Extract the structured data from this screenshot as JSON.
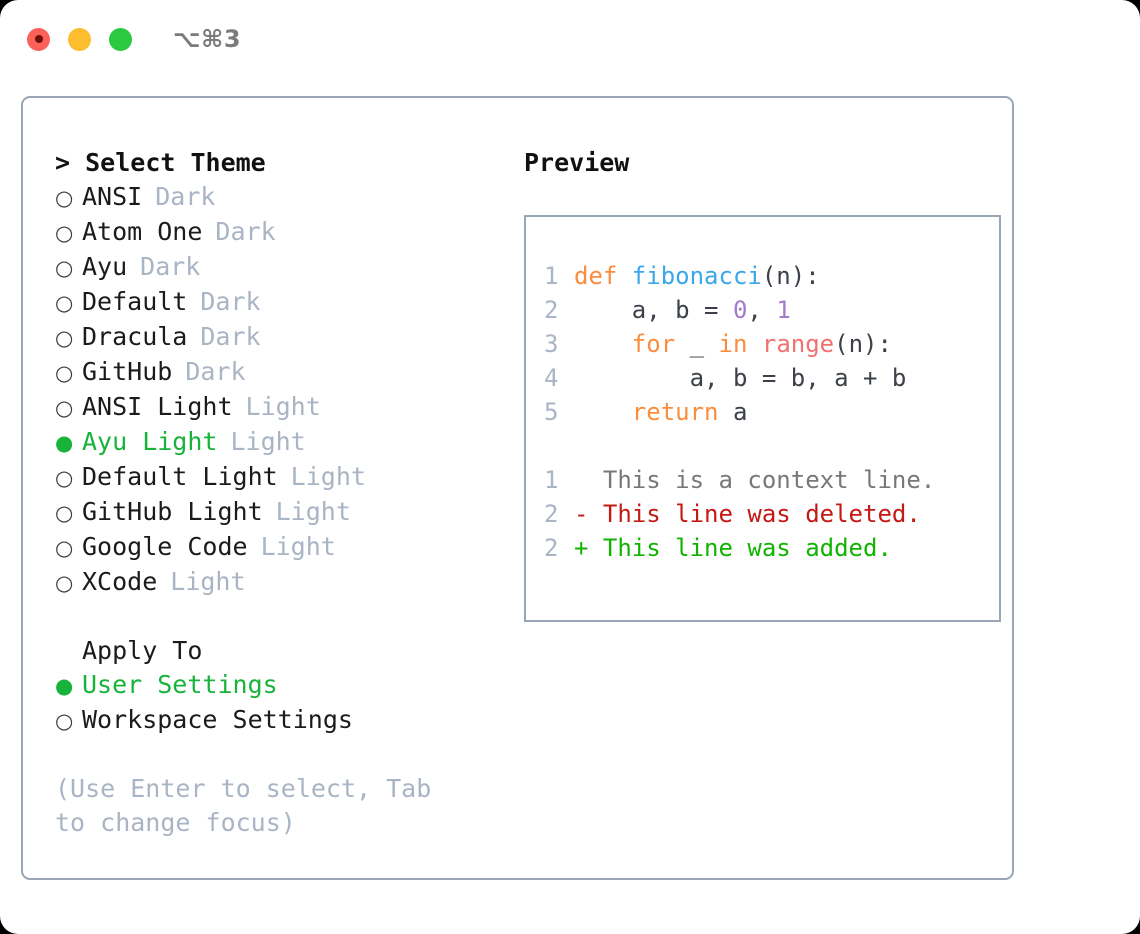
{
  "titlebar": {
    "shortcut": "⌥⌘3",
    "lights": [
      {
        "name": "close",
        "color": "#fc6159"
      },
      {
        "name": "minimize",
        "color": "#fdbd2e"
      },
      {
        "name": "maximize",
        "color": "#2bc93f"
      }
    ]
  },
  "theme_section": {
    "prefix": "> ",
    "title": "Select Theme",
    "options": [
      {
        "bullet": "○",
        "label": "ANSI",
        "tag": "Dark",
        "selected": false
      },
      {
        "bullet": "○",
        "label": "Atom One",
        "tag": "Dark",
        "selected": false
      },
      {
        "bullet": "○",
        "label": "Ayu",
        "tag": "Dark",
        "selected": false
      },
      {
        "bullet": "○",
        "label": "Default",
        "tag": "Dark",
        "selected": false
      },
      {
        "bullet": "○",
        "label": "Dracula",
        "tag": "Dark",
        "selected": false
      },
      {
        "bullet": "○",
        "label": "GitHub",
        "tag": "Dark",
        "selected": false
      },
      {
        "bullet": "○",
        "label": "ANSI Light",
        "tag": "Light",
        "selected": false
      },
      {
        "bullet": "●",
        "label": "Ayu Light",
        "tag": "Light",
        "selected": true
      },
      {
        "bullet": "○",
        "label": "Default Light",
        "tag": "Light",
        "selected": false
      },
      {
        "bullet": "○",
        "label": "GitHub Light",
        "tag": "Light",
        "selected": false
      },
      {
        "bullet": "○",
        "label": "Google Code",
        "tag": "Light",
        "selected": false
      },
      {
        "bullet": "○",
        "label": "XCode",
        "tag": "Light",
        "selected": false
      }
    ]
  },
  "apply_section": {
    "title": "Apply To",
    "options": [
      {
        "bullet": "●",
        "label": "User Settings",
        "selected": true
      },
      {
        "bullet": "○",
        "label": "Workspace Settings",
        "selected": false
      }
    ]
  },
  "hint": "(Use Enter to select, Tab to change focus)",
  "preview": {
    "title": "Preview",
    "code": [
      {
        "ln": "1",
        "tokens": [
          {
            "t": "def ",
            "c": "kw"
          },
          {
            "t": "fibonacci",
            "c": "fn"
          },
          {
            "t": "(n):",
            "c": "pl"
          }
        ]
      },
      {
        "ln": "2",
        "tokens": [
          {
            "t": "    a, b = ",
            "c": "pl"
          },
          {
            "t": "0",
            "c": "num"
          },
          {
            "t": ", ",
            "c": "pl"
          },
          {
            "t": "1",
            "c": "num"
          }
        ]
      },
      {
        "ln": "3",
        "tokens": [
          {
            "t": "    ",
            "c": "pl"
          },
          {
            "t": "for",
            "c": "kw"
          },
          {
            "t": " _ ",
            "c": "pl"
          },
          {
            "t": "in",
            "c": "kw"
          },
          {
            "t": " ",
            "c": "pl"
          },
          {
            "t": "range",
            "c": "call"
          },
          {
            "t": "(n):",
            "c": "pl"
          }
        ]
      },
      {
        "ln": "4",
        "tokens": [
          {
            "t": "        a, b = b, a + b",
            "c": "pl"
          }
        ]
      },
      {
        "ln": "5",
        "tokens": [
          {
            "t": "    ",
            "c": "pl"
          },
          {
            "t": "return",
            "c": "kw"
          },
          {
            "t": " a",
            "c": "pl"
          }
        ]
      }
    ],
    "diff": [
      {
        "ln": "1",
        "marker": " ",
        "text": " This is a context line.",
        "kind": "diff-ctx"
      },
      {
        "ln": "2",
        "marker": "-",
        "text": " This line was deleted.",
        "kind": "diff-del"
      },
      {
        "ln": "2",
        "marker": "+",
        "text": " This line was added.",
        "kind": "diff-add"
      }
    ]
  },
  "colors": {
    "selected_green": "#18b33a",
    "tag_gray": "#a9b4c4",
    "border": "#9aa6b5",
    "keyword_orange": "#fa8d3e",
    "function_blue": "#3aa7e8",
    "number_purple": "#a37acc",
    "call_red": "#f07171",
    "diff_added": "#12b300",
    "diff_deleted": "#c41a16"
  }
}
